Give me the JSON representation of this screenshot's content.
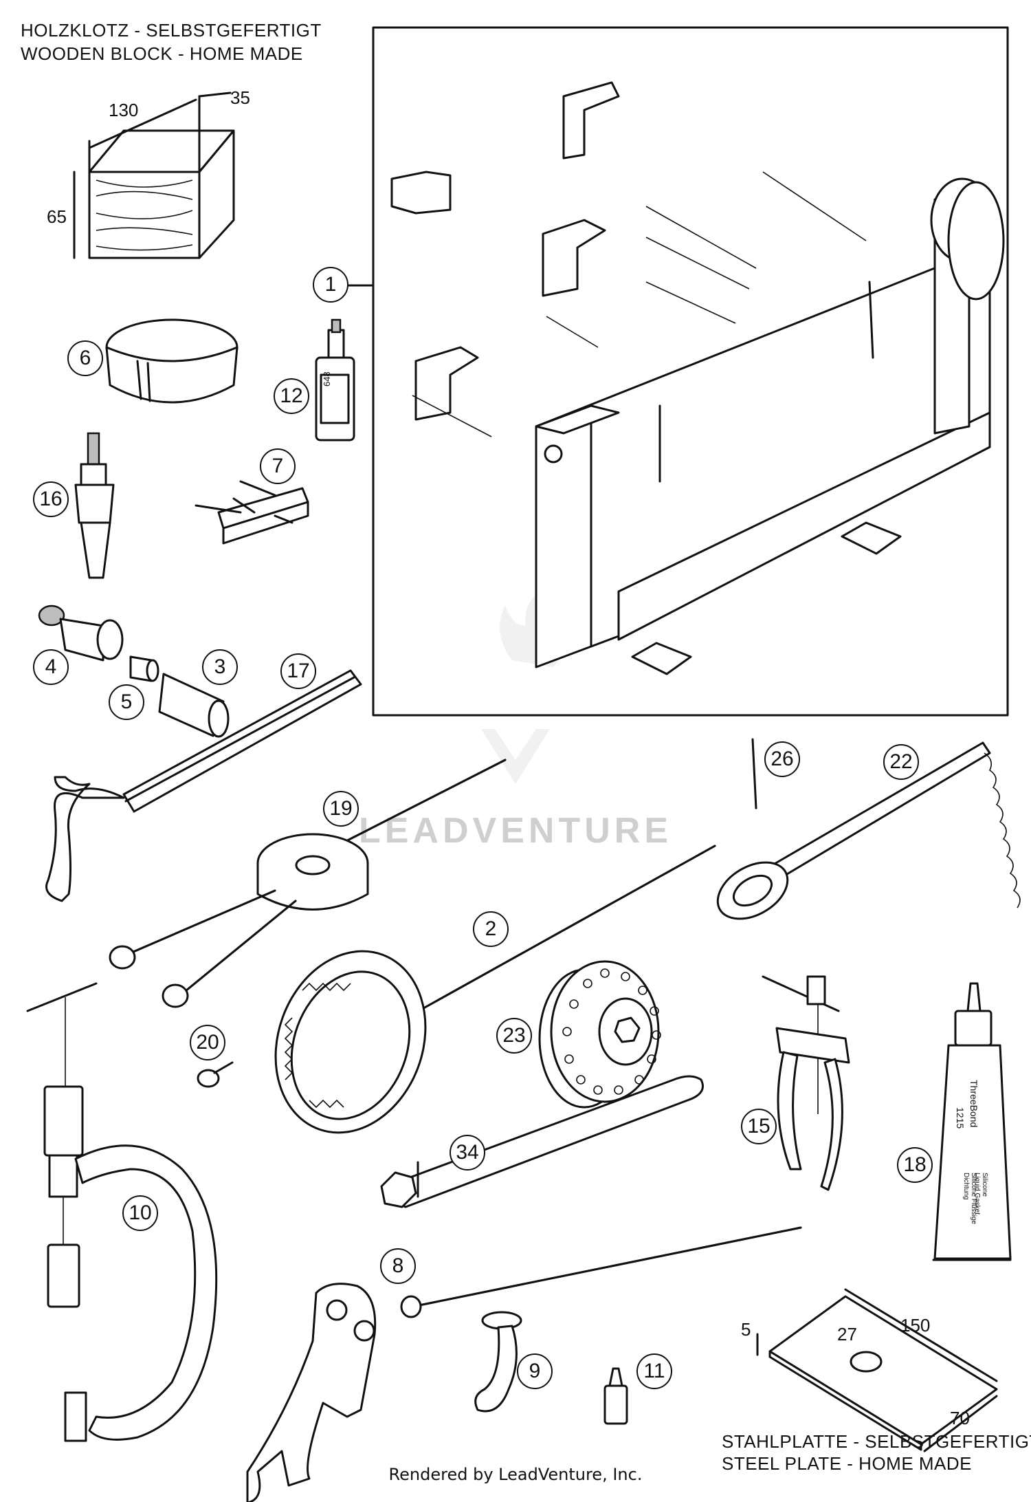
{
  "header": {
    "wood_block_de": "HOLZKLOTZ - SELBSTGEFERTIGT",
    "wood_block_en": "WOODEN BLOCK - HOME MADE"
  },
  "wood_block": {
    "dim_length": "130",
    "dim_depth": "35",
    "dim_height": "65"
  },
  "steel_plate": {
    "dim_thickness": "5",
    "dim_hole": "27",
    "dim_length": "150",
    "dim_width": "70",
    "label_de": "STAHLPLATTE - SELBSTGEFERTIGT",
    "label_en": "STEEL PLATE - HOME MADE"
  },
  "callouts": {
    "c1": "1",
    "c2": "2",
    "c3": "3",
    "c4": "4",
    "c5": "5",
    "c6": "6",
    "c7": "7",
    "c8": "8",
    "c9": "9",
    "c10": "10",
    "c11": "11",
    "c12": "12",
    "c15": "15",
    "c16": "16",
    "c17": "17",
    "c18": "18",
    "c19": "19",
    "c20": "20",
    "c22": "22",
    "c23": "23",
    "c26": "26",
    "c34": "34"
  },
  "tube_labels": {
    "brand": "ThreeBond",
    "code": "1215",
    "line1": "Silicone Liquid Gasket",
    "line2": "Silicone Flüssige Dichtung"
  },
  "bottle_label": "648",
  "watermark": "LEADVENTURE",
  "footer": "Rendered by LeadVenture, Inc."
}
